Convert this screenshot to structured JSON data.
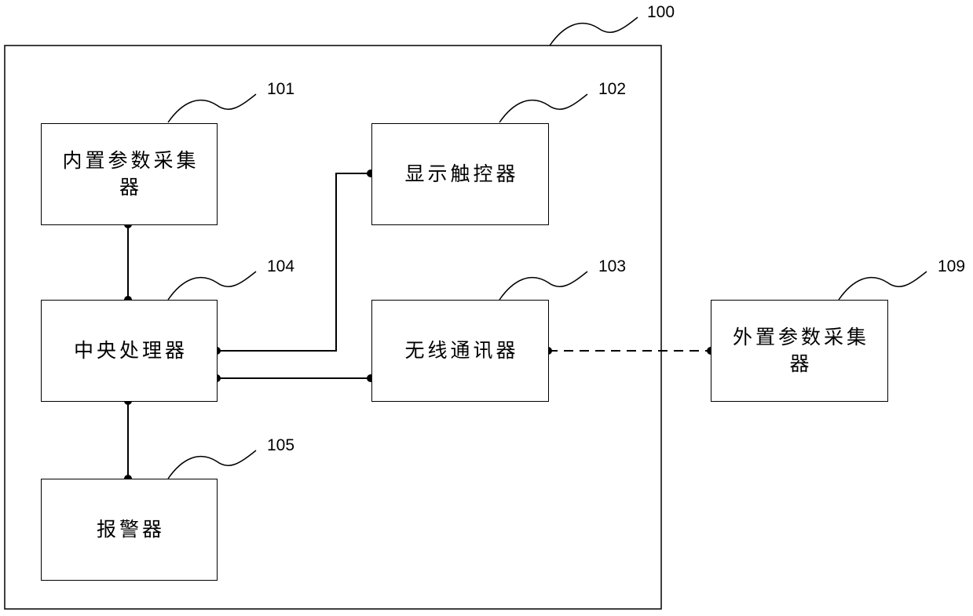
{
  "diagram": {
    "system": {
      "ref": "100"
    },
    "blocks": [
      {
        "id": "builtin_collector",
        "ref": "101",
        "label": "内置参数采集器"
      },
      {
        "id": "touch_display",
        "ref": "102",
        "label": "显示触控器"
      },
      {
        "id": "wireless_comm",
        "ref": "103",
        "label": "无线通讯器"
      },
      {
        "id": "cpu",
        "ref": "104",
        "label": "中央处理器"
      },
      {
        "id": "alarm",
        "ref": "105",
        "label": "报警器"
      },
      {
        "id": "external_collector",
        "ref": "109",
        "label": "外置参数采集器"
      }
    ],
    "connections": [
      {
        "from": "builtin_collector",
        "to": "cpu",
        "style": "solid"
      },
      {
        "from": "cpu",
        "to": "touch_display",
        "style": "solid"
      },
      {
        "from": "cpu",
        "to": "wireless_comm",
        "style": "solid"
      },
      {
        "from": "cpu",
        "to": "alarm",
        "style": "solid"
      },
      {
        "from": "wireless_comm",
        "to": "external_collector",
        "style": "dashed"
      }
    ]
  }
}
